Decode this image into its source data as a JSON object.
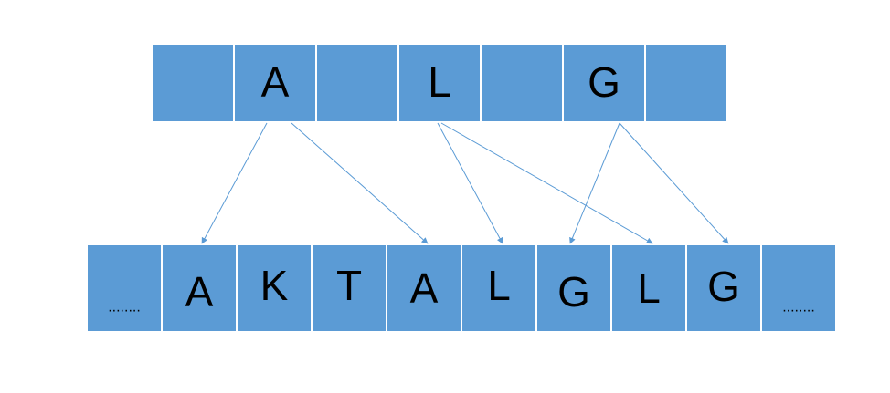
{
  "colors": {
    "cell_fill": "#5b9bd5",
    "cell_border": "#ffffff",
    "arrow": "#5b9bd5",
    "text": "#000000"
  },
  "top_row": [
    "",
    "A",
    "",
    "L",
    "",
    "G",
    ""
  ],
  "bottom_row": [
    "........",
    "A",
    "K",
    "T",
    "A",
    "L",
    "G",
    "L",
    "G",
    "........"
  ],
  "arrows": [
    {
      "from": 1,
      "to": 1
    },
    {
      "from": 1,
      "to": 4
    },
    {
      "from": 3,
      "to": 5
    },
    {
      "from": 3,
      "to": 7
    },
    {
      "from": 5,
      "to": 6
    },
    {
      "from": 5,
      "to": 8
    }
  ]
}
